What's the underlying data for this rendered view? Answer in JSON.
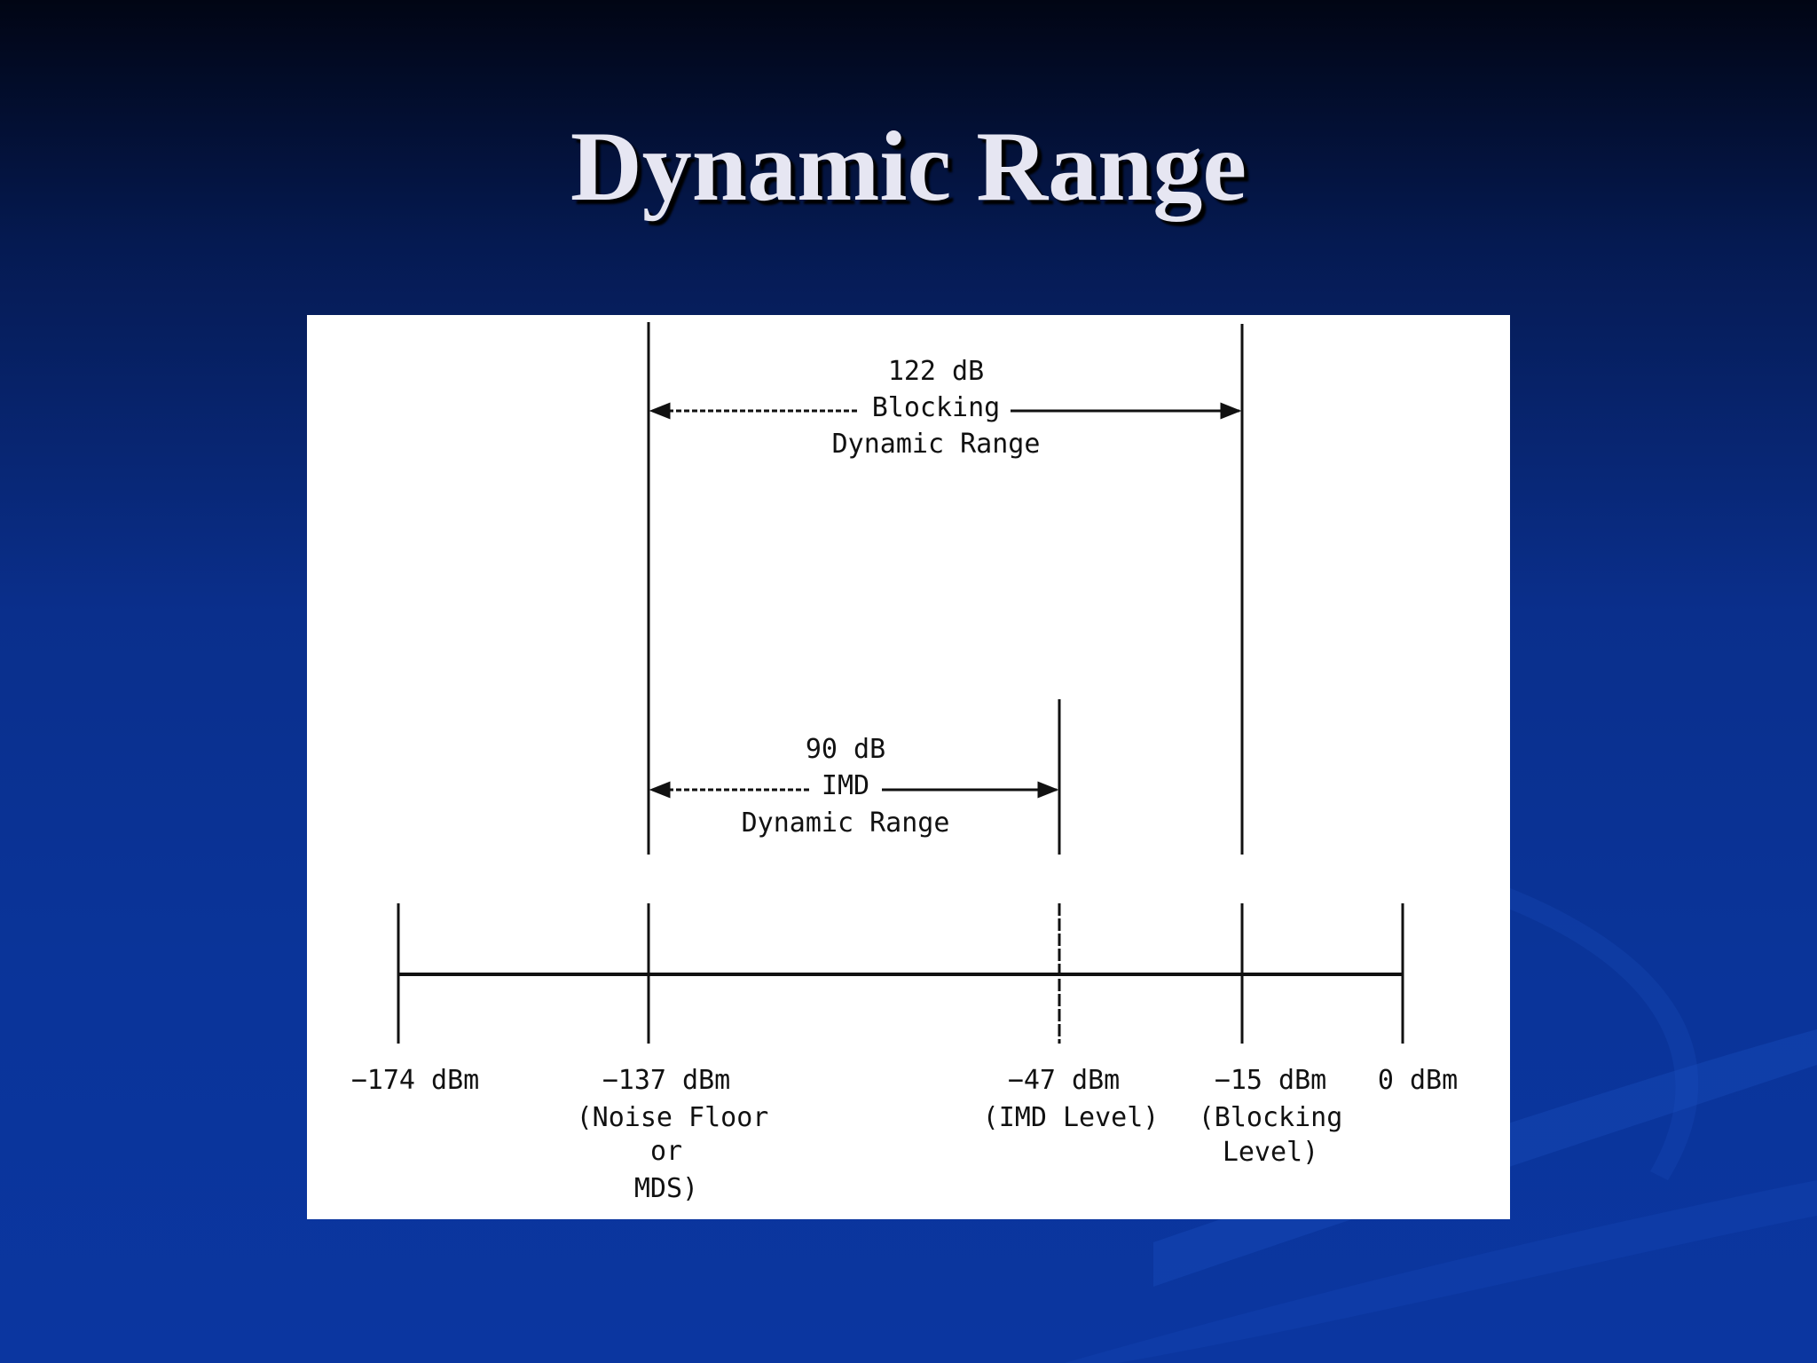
{
  "slide": {
    "title": "Dynamic Range"
  },
  "diagram": {
    "blocking_range": {
      "value": "122 dB",
      "line1": "Blocking",
      "line2": "Dynamic Range"
    },
    "imd_range": {
      "value": "90 dB",
      "line1": "IMD",
      "line2": "Dynamic Range"
    },
    "scale": {
      "m174": {
        "level": "−174 dBm"
      },
      "m137": {
        "level": "−137 dBm",
        "note1": "(Noise Floor",
        "note2": "or",
        "note3": "MDS)"
      },
      "m47": {
        "level": "−47 dBm",
        "note1": "(IMD Level)"
      },
      "m15": {
        "level": "−15 dBm",
        "note1": "(Blocking",
        "note2": "Level)"
      },
      "m0": {
        "level": "0 dBm"
      }
    }
  },
  "colors": {
    "background_top": "#010514",
    "background_bottom": "#0b36a0",
    "title_text": "#e6e6f2",
    "panel": "#ffffff",
    "ink": "#111111"
  }
}
